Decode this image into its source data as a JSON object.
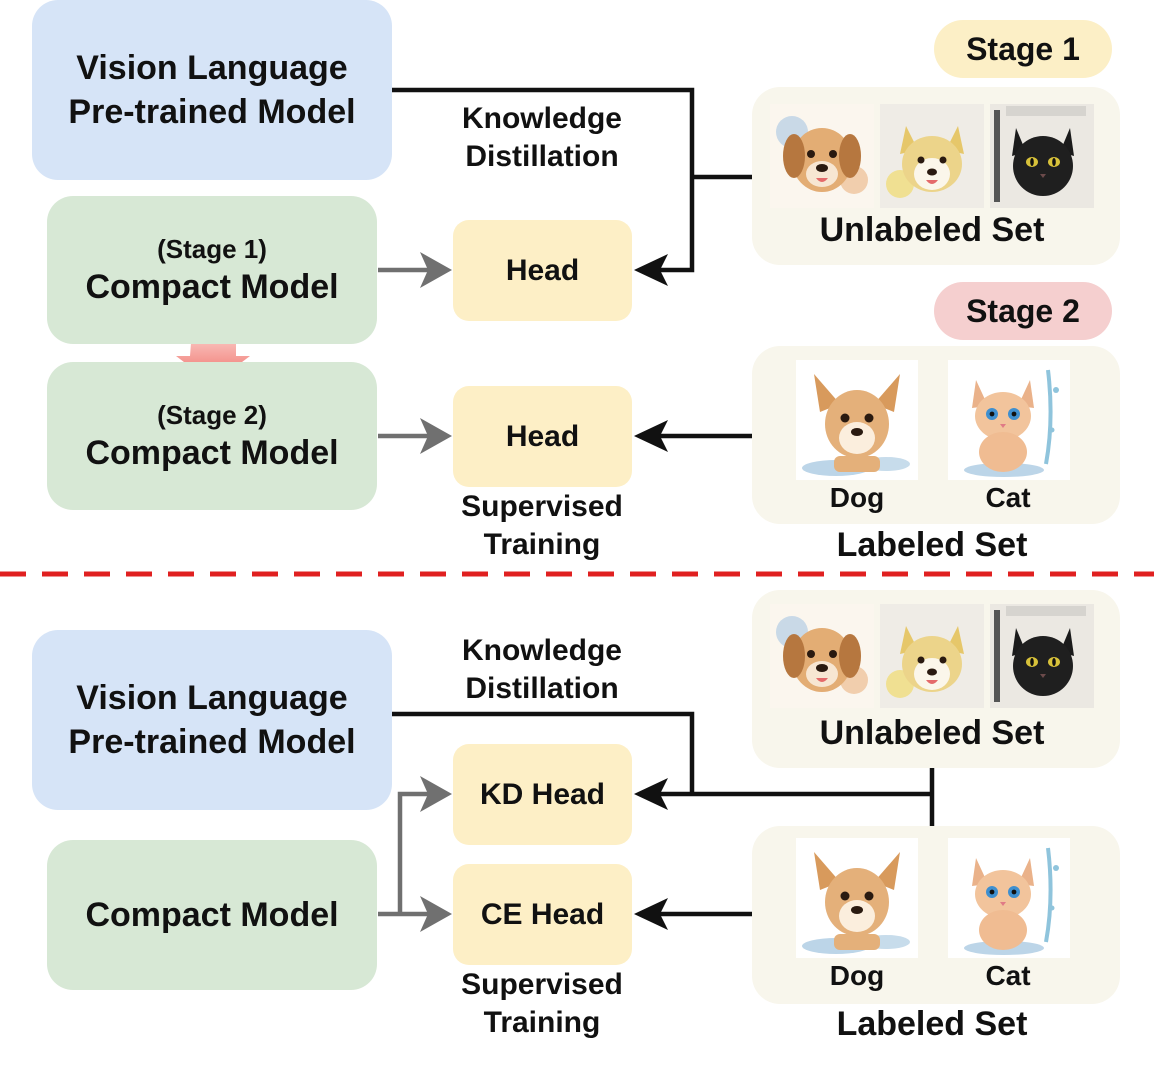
{
  "top": {
    "vlm_line1": "Vision Language",
    "vlm_line2": "Pre-trained Model",
    "kd_line1": "Knowledge",
    "kd_line2": "Distillation",
    "stage1_badge": "Stage 1",
    "stage2_badge": "Stage 2",
    "compact1_stage": "(Stage 1)",
    "compact1_label": "Compact Model",
    "compact2_stage": "(Stage 2)",
    "compact2_label": "Compact Model",
    "head1": "Head",
    "head2": "Head",
    "sup_line1": "Supervised",
    "sup_line2": "Training",
    "unlabeled_set": "Unlabeled Set",
    "labeled_set": "Labeled Set",
    "dog": "Dog",
    "cat": "Cat"
  },
  "bottom": {
    "vlm_line1": "Vision Language",
    "vlm_line2": "Pre-trained Model",
    "kd_line1": "Knowledge",
    "kd_line2": "Distillation",
    "compact_label": "Compact Model",
    "kd_head": "KD Head",
    "ce_head": "CE Head",
    "sup_line1": "Supervised",
    "sup_line2": "Training",
    "unlabeled_set": "Unlabeled Set",
    "labeled_set": "Labeled Set",
    "dog": "Dog",
    "cat": "Cat"
  },
  "colors": {
    "vlm": "#d6e4f7",
    "compact": "#d7e8d5",
    "head": "#fdefc6",
    "panel": "#f8f6ec",
    "stage1": "#fcefc6",
    "stage2": "#f5cfcf",
    "divider": "#e02020"
  }
}
